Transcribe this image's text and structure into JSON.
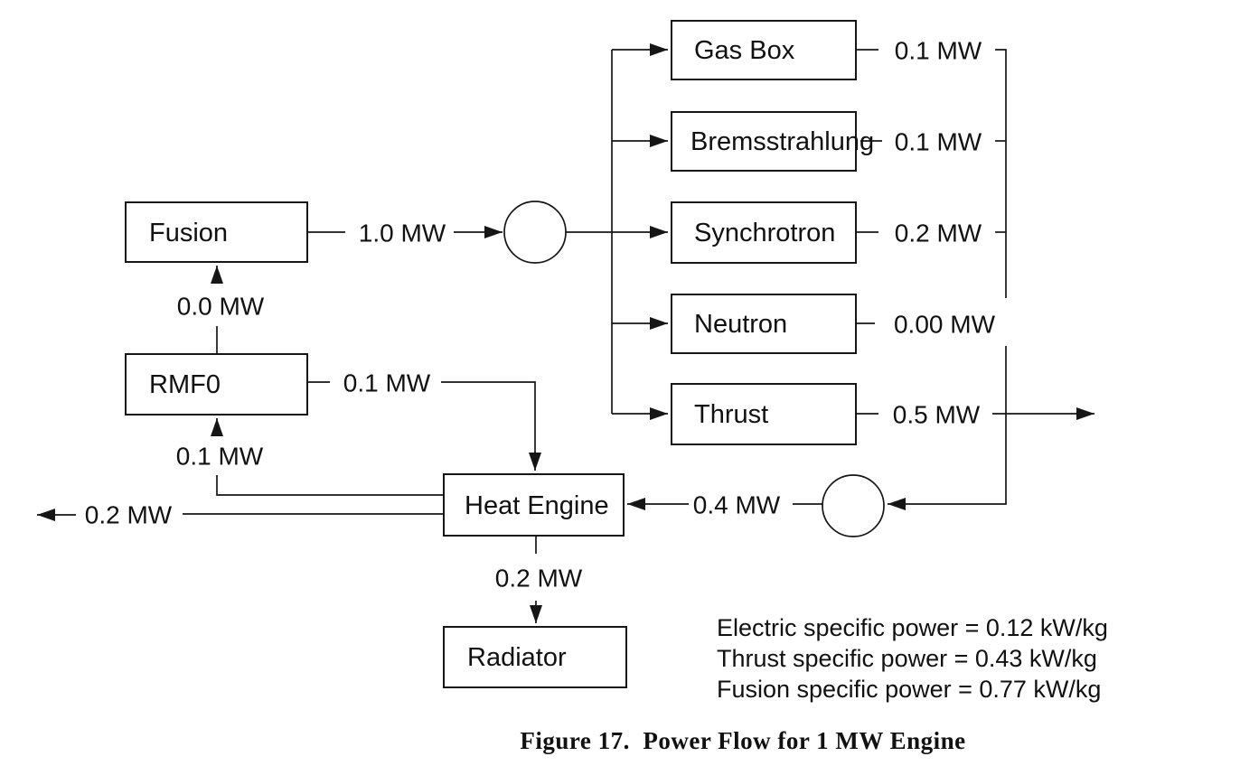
{
  "figure": {
    "caption": "Figure 17.  Power Flow for 1 MW Engine"
  },
  "nodes": {
    "fusion": "Fusion",
    "rmf0": "RMF0",
    "heat_engine": "Heat Engine",
    "radiator": "Radiator",
    "gas_box": "Gas Box",
    "bremsstrahlung": "Bremsstrahlung",
    "synchrotron": "Synchrotron",
    "neutron": "Neutron",
    "thrust": "Thrust"
  },
  "flows": {
    "fusion_out": "1.0 MW",
    "rmf_to_fusion": "0.0 MW",
    "rmf_out": "0.1 MW",
    "he_to_rmf": "0.1 MW",
    "he_out_left": "0.2 MW",
    "he_to_radiator": "0.2 MW",
    "he_in": "0.4 MW",
    "gas_box_out": "0.1 MW",
    "bremsstrahlung_out": "0.1 MW",
    "synchrotron_out": "0.2 MW",
    "neutron_out": "0.00 MW",
    "thrust_out": "0.5 MW"
  },
  "notes": {
    "electric": "Electric specific power = 0.12 kW/kg",
    "thrust": "Thrust specific power = 0.43 kW/kg",
    "fusion": "Fusion specific power = 0.77 kW/kg"
  },
  "colors": {
    "ink": "#161616",
    "background": "#ffffff"
  }
}
